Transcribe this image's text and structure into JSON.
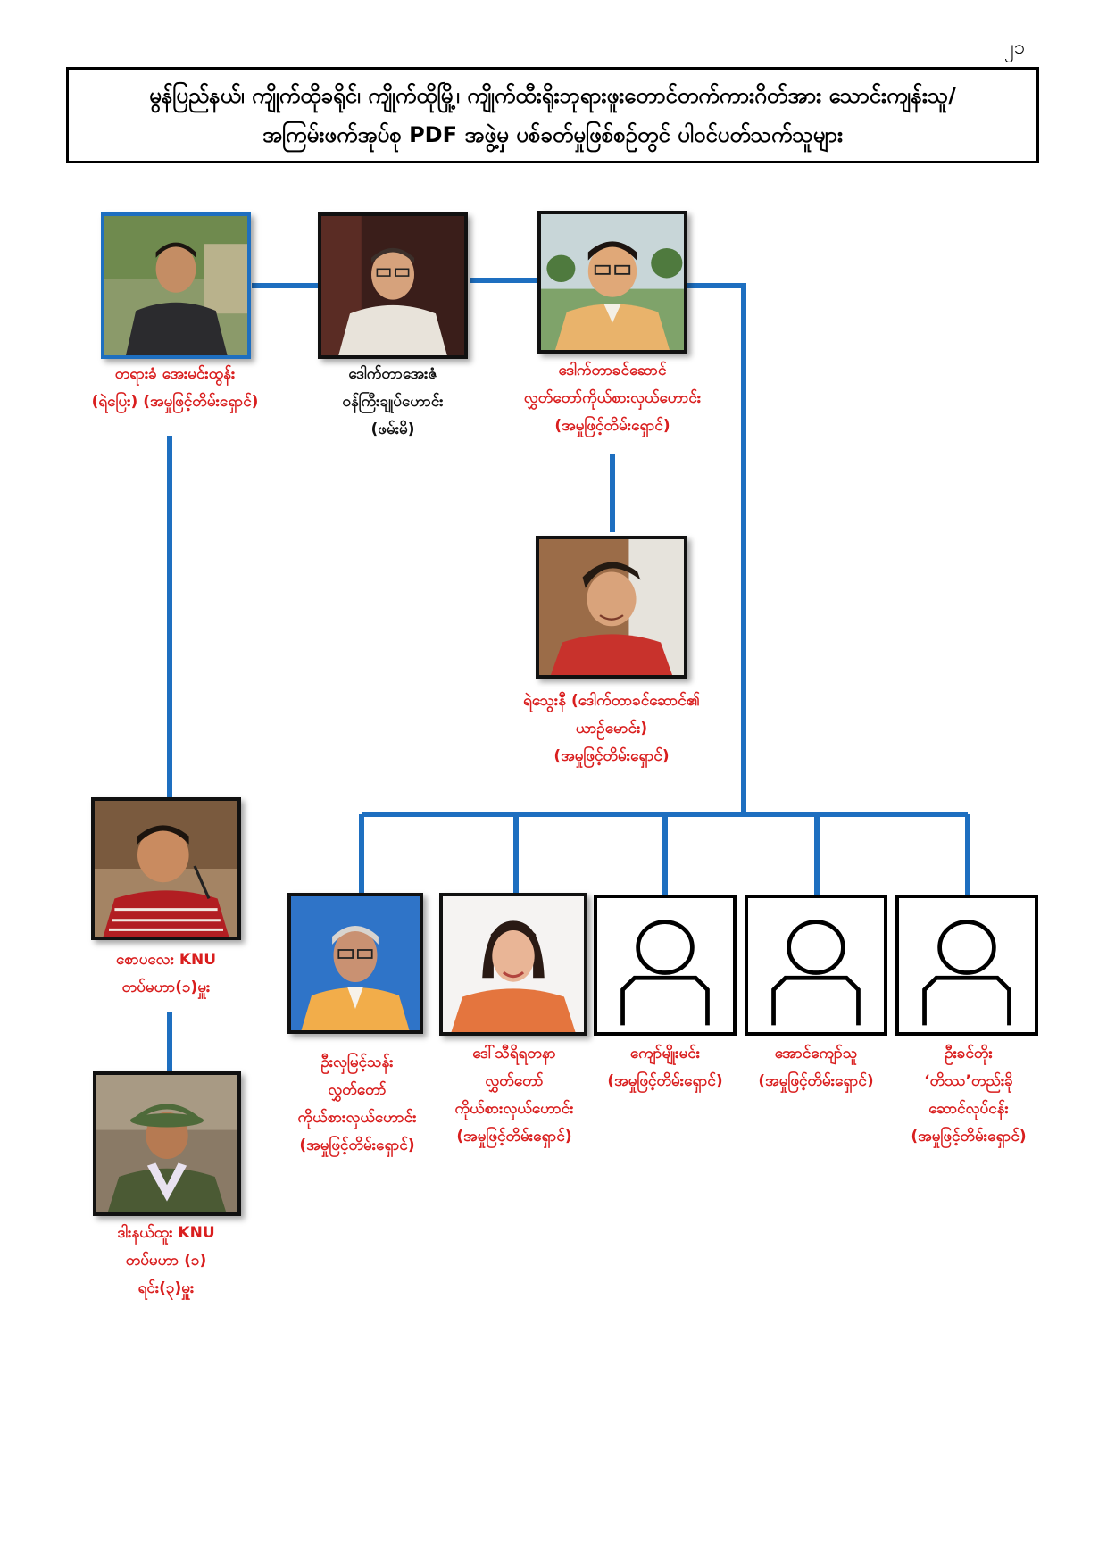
{
  "page_number": "၂၁",
  "title": {
    "line1": "မွန်ပြည်နယ်၊ ကျိုက်ထိုခရိုင်၊ ကျိုက်ထိုမြို့၊ ကျိုက်ထီးရိုးဘုရားဖူးတောင်တက်ကားဂိတ်အား  သောင်းကျန်းသူ/",
    "line2": "အကြမ်းဖက်အုပ်စု PDF အဖွဲ့မှ ပစ်ခတ်မှုဖြစ်စဉ်တွင် ပါဝင်ပတ်သက်သူများ"
  },
  "people": {
    "p1": {
      "l1": "တရားခံ အေးမင်းထွန်း",
      "l2": "(ရဲပြေး) (အမှုဖြင့်တိမ်းရှောင်)"
    },
    "p2": {
      "l1": "ဒေါက်တာအေးဇံ",
      "l2": "ဝန်ကြီးချုပ်ဟောင်း",
      "l3": "(ဖမ်းမိ)"
    },
    "p3": {
      "l1": "ဒေါက်တာခင်ဆောင်",
      "l2": "လွှတ်တော်ကိုယ်စားလှယ်ဟောင်း",
      "l3": "(အမှုဖြင့်တိမ်းရှောင်)"
    },
    "p4": {
      "l1": "ရဲသွေးနီ (ဒေါက်တာခင်ဆောင်၏",
      "l2": "ယာဉ်မောင်း)",
      "l3": "(အမှုဖြင့်တိမ်းရှောင်)"
    },
    "p5": {
      "l1": "စောပလေး KNU",
      "l2": "တပ်မဟာ(၁)မှူး"
    },
    "p6": {
      "l1": "ဒါးနယ်ထူး KNU",
      "l2": "တပ်မဟာ (၁)",
      "l3": "ရင်း(၃)မှူး"
    },
    "p7": {
      "l1": "ဦးလှမြင့်သန်း",
      "l2": "လွှတ်တော်",
      "l3": "ကိုယ်စားလှယ်ဟောင်း",
      "l4": "(အမှုဖြင့်တိမ်းရှောင်)"
    },
    "p8": {
      "l1": "ဒေါ်သီရိရတနာ",
      "l2": "လွှတ်တော်",
      "l3": "ကိုယ်စားလှယ်ဟောင်း",
      "l4": "(အမှုဖြင့်တိမ်းရှောင်)"
    },
    "p9": {
      "l1": "ကျော်မျိုးမင်း",
      "l2": "(အမှုဖြင့်တိမ်းရှောင်)"
    },
    "p10": {
      "l1": "အောင်ကျော်သူ",
      "l2": "(အမှုဖြင့်တိမ်းရှောင်)"
    },
    "p11": {
      "l1": "ဦးခင်တိုး",
      "l2": "‘တိဿ’တည်းခို",
      "l3": "ဆောင်လုပ်ငန်း",
      "l4": "(အမှုဖြင့်တိမ်းရှောင်)"
    }
  },
  "colors": {
    "connector": "#1e6fc0",
    "label_red": "#d91e1e",
    "label_black": "#111111"
  }
}
